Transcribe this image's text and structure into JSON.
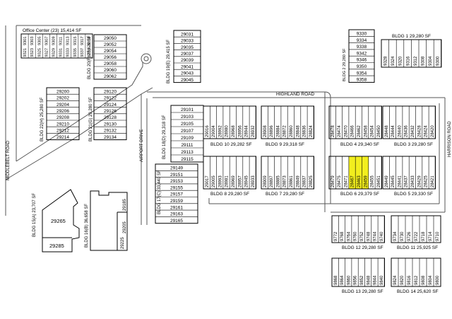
{
  "roads": {
    "highland": "HIGHLAND ROAD",
    "airport": "AIRPORT DRIVE",
    "middlebelt": "MIDDLEBELT ROAD",
    "harrison": "HARRISON ROAD"
  },
  "office_center": {
    "label": "Office Center (23)  15,414 SF",
    "units": [
      "9321",
      "9323",
      "9325",
      "9327",
      "9329",
      "9331",
      "9333",
      "9335",
      "9337",
      "9339",
      "9301",
      "9303",
      "9305",
      "9307",
      "9309",
      "9311",
      "9313",
      "9315",
      "9317",
      "9319"
    ]
  },
  "bldg20f": {
    "label": "BLDG 20(F)  25,620 SF",
    "units": [
      "29050",
      "29052",
      "29054",
      "29056",
      "29058",
      "29060",
      "29062"
    ]
  },
  "bldg19e": {
    "label": "BLDG 19(E)  29,415 SF",
    "units": [
      "29031",
      "29033",
      "29035",
      "29037",
      "29039",
      "29041",
      "29043",
      "29045"
    ]
  },
  "bldg2": {
    "label": "BLDG 2  29,280 SF",
    "units": [
      "9330",
      "9334",
      "9338",
      "9342",
      "9346",
      "9350",
      "9354",
      "9358"
    ]
  },
  "bldg1": {
    "label": "BLDG 1  29,280 SF",
    "units": [
      "9328",
      "9324",
      "9320",
      "9316",
      "9312",
      "9308",
      "9304",
      "9300"
    ]
  },
  "bldg22h": {
    "label": "BLDG 22(H)  25,280 SF",
    "units": [
      "29200",
      "29202",
      "29204",
      "29206",
      "29208",
      "29210",
      "29212",
      "29214"
    ]
  },
  "bldg21g": {
    "label": "BLDG 21(G)  29,280 SF",
    "units": [
      "29120",
      "29122",
      "29124",
      "29126",
      "29128",
      "29130",
      "29132",
      "29134"
    ]
  },
  "bldg18d": {
    "label": "BLDG 18(D)  29,318 SF",
    "units": [
      "29101",
      "29103",
      "29105",
      "29107",
      "29109",
      "29111",
      "29113",
      "29115"
    ]
  },
  "bldg10": {
    "label": "BLDG 10  29,282 SF",
    "units": [
      "29016",
      "29004",
      "28992",
      "28980",
      "28968",
      "28956",
      "28944",
      "28932"
    ]
  },
  "bldg9": {
    "label": "BLDG 9  29,318 SF",
    "units": [
      "28908",
      "28896",
      "28884",
      "28872",
      "28860",
      "28848",
      "28836",
      "28824"
    ]
  },
  "bldg4": {
    "label": "BLDG 4  29,340 SF",
    "units": [
      "28478",
      "28474",
      "28470",
      "28466",
      "28462",
      "28458",
      "28454",
      "28450"
    ]
  },
  "bldg3": {
    "label": "BLDG 3  29,280 SF",
    "units": [
      "28448",
      "28444",
      "28440",
      "28436",
      "28432",
      "28428",
      "28424",
      "28420"
    ]
  },
  "bldg17c": {
    "label": "BLDG 17(C)  33,440 SF",
    "units": [
      "29149",
      "29151",
      "29153",
      "29155",
      "29157",
      "29159",
      "29161",
      "29163",
      "29165"
    ]
  },
  "bldg8": {
    "label": "BLDG 8  29,280 SF",
    "units": [
      "29017",
      "29005",
      "28993",
      "28981",
      "28969",
      "28957",
      "28945",
      "28933"
    ]
  },
  "bldg7": {
    "label": "BLDG 7  29,280 SF",
    "units": [
      "28909",
      "28897",
      "28885",
      "28873",
      "28861",
      "28849",
      "28837",
      "28825"
    ]
  },
  "bldg6": {
    "label": "BLDG 6  29,379 SF",
    "units": [
      "28479",
      "28475",
      "28471",
      "28467",
      "28463",
      "28459",
      "28455",
      "28451"
    ],
    "highlighted": [
      "28467",
      "28463",
      "28459"
    ]
  },
  "bldg5": {
    "label": "BLDG 5  29,330 SF",
    "units": [
      "28449",
      "28445",
      "28441",
      "28437",
      "28433",
      "28429",
      "28425",
      "28421"
    ]
  },
  "bldg15a": {
    "label": "BLDG 15(A)  23,707 SF",
    "units": [
      "29265",
      "29285"
    ]
  },
  "bldg16b": {
    "label": "BLDG 16(B)  36,658 SF",
    "units": [
      "29185",
      "29205",
      "29225"
    ]
  },
  "bldg12": {
    "label": "BLDG 12  29,280 SF",
    "units": [
      "9772",
      "9768",
      "9764",
      "9760",
      "9752",
      "9748",
      "9744",
      "9740"
    ]
  },
  "bldg11": {
    "label": "BLDG 11  25,925 SF",
    "units": [
      "9734",
      "9730",
      "9726",
      "9722",
      "9718",
      "9714",
      "9710"
    ]
  },
  "bldg13": {
    "label": "BLDG 13  29,280 SF",
    "units": [
      "9868",
      "9864",
      "9860",
      "9856",
      "9852",
      "9848",
      "9844",
      "9840"
    ]
  },
  "bldg14": {
    "label": "BLDG 14  25,620 SF",
    "units": [
      "9824",
      "9820",
      "9816",
      "9812",
      "9808",
      "9804",
      "9800"
    ]
  },
  "colors": {
    "highlight": "#f2ee1e",
    "line": "#000000",
    "road": "#555555"
  }
}
